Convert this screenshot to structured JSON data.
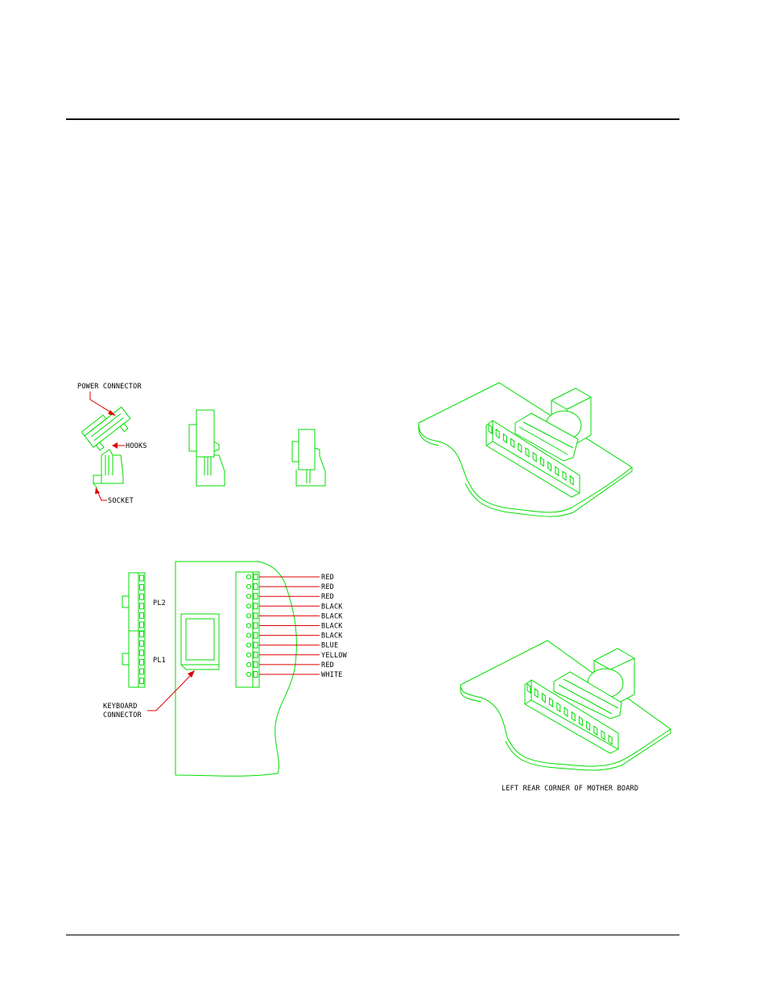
{
  "colors": {
    "line_art": "#00dd00",
    "leader": "#dd0000",
    "text": "#000000",
    "rule": "#000000"
  },
  "connector_steps": {
    "power_connector_label": "POWER CONNECTOR",
    "hooks_label": "HOOKS",
    "socket_label": "SOCKET"
  },
  "motherboard_detail": {
    "pl2_label": "PL2",
    "pl1_label": "PL1",
    "keyboard_label_line1": "KEYBOARD",
    "keyboard_label_line2": "CONNECTOR",
    "wire_colors": [
      "RED",
      "RED",
      "RED",
      "BLACK",
      "BLACK",
      "BLACK",
      "BLACK",
      "BLUE",
      "YELLOW",
      "RED",
      "WHITE"
    ]
  },
  "isometric_views": {
    "caption": "LEFT REAR CORNER OF MOTHER BOARD"
  }
}
